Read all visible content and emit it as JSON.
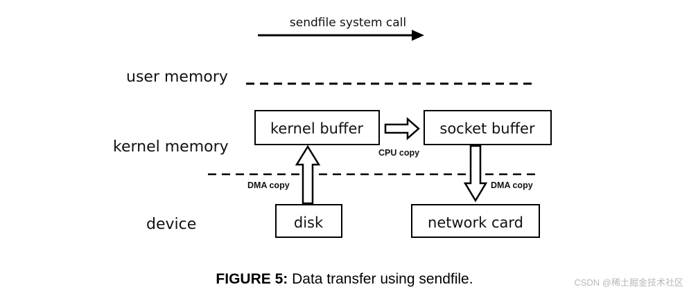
{
  "top_arrow_label": "sendfile system call",
  "rows": {
    "user": "user memory",
    "kernel": "kernel memory",
    "device": "device"
  },
  "boxes": {
    "kernel_buffer": "kernel buffer",
    "socket_buffer": "socket buffer",
    "disk": "disk",
    "network_card": "network card"
  },
  "copies": {
    "cpu": "CPU copy",
    "dma_left": "DMA copy",
    "dma_right": "DMA copy"
  },
  "caption": {
    "prefix": "FIGURE 5:",
    "text": "Data transfer using sendfile."
  },
  "watermark": "CSDN @稀土掘金技术社区"
}
